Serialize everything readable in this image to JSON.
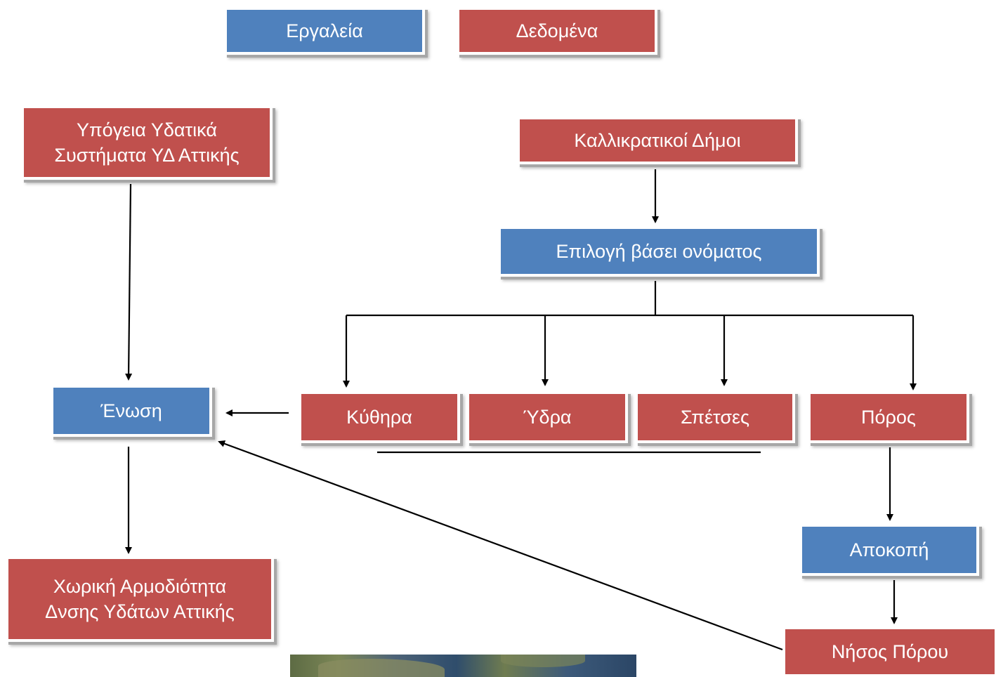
{
  "legend": {
    "tools_label": "Εργαλεία",
    "data_label": "Δεδομένα"
  },
  "nodes": {
    "groundwater": "Υπόγεια Υδατικά\nΣυστήματα ΥΔ Αττικής",
    "municipalities": "Καλλικρατικοί Δήμοι",
    "select_by_name": "Επιλογή βάσει ονόματος",
    "kythira": "Κύθηρα",
    "hydra": "Ύδρα",
    "spetses": "Σπέτσες",
    "poros": "Πόρος",
    "union": "Ένωση",
    "clip": "Αποκοπή",
    "poros_island": "Νήσος    Πόρου",
    "result": "Χωρική Αρμοδιότητα\nΔνσης Υδάτων Αττικής"
  },
  "colors": {
    "data": "#c0504d",
    "tools": "#4f81bd",
    "connector": "#000000"
  }
}
